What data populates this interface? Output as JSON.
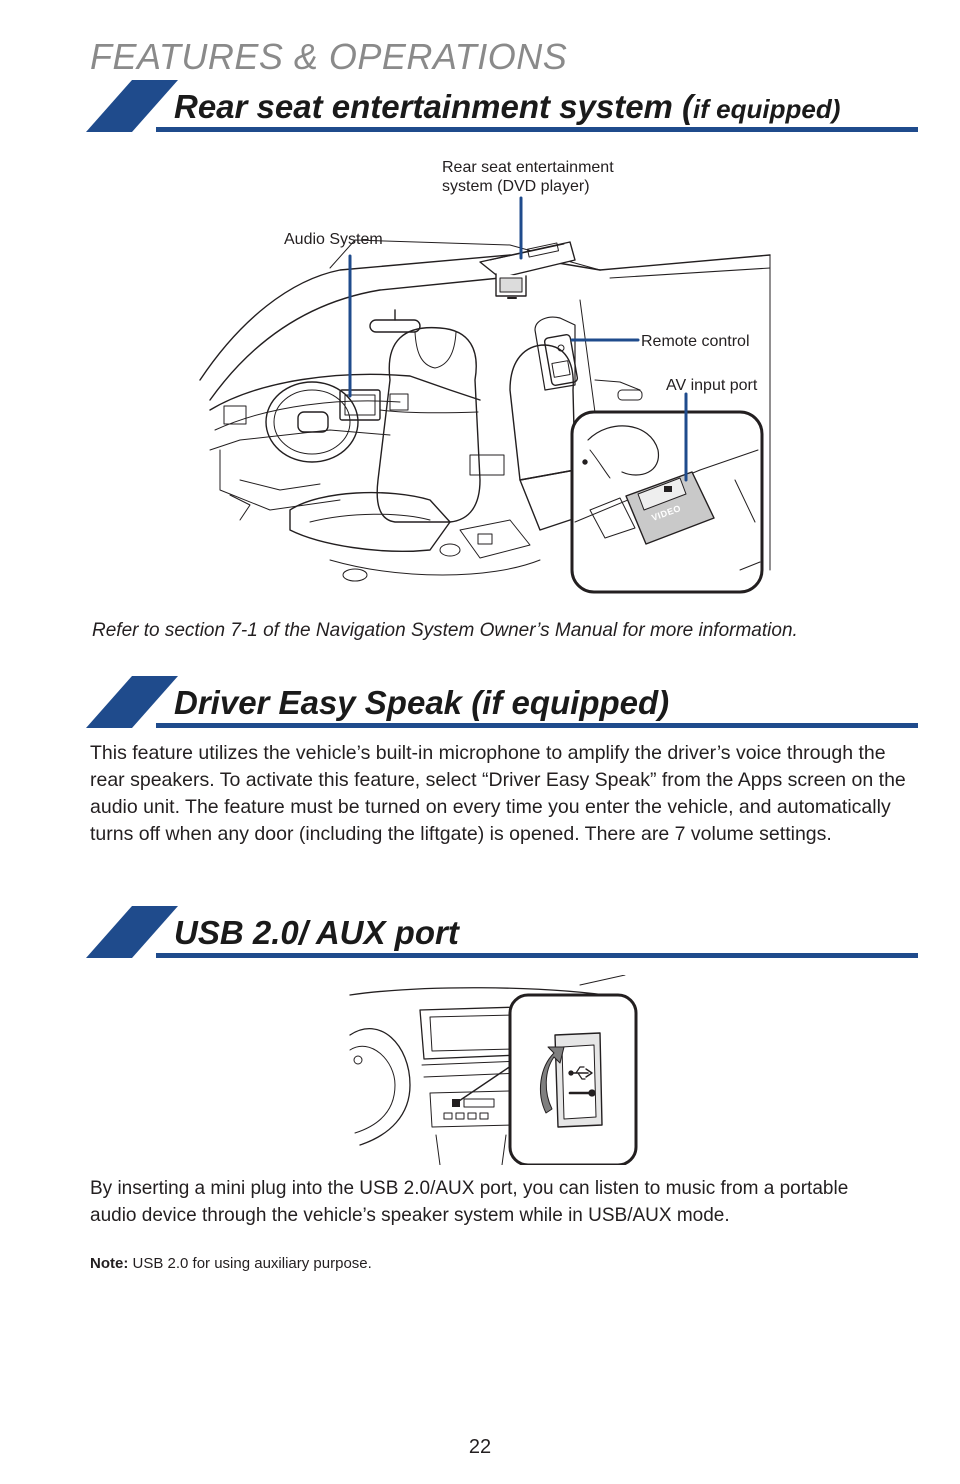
{
  "header": {
    "section": "FEATURES & OPERATIONS"
  },
  "rse": {
    "title": "Rear seat entertainment system (",
    "title_suffix": "if equipped)",
    "callouts": {
      "dvd_line1": "Rear seat entertainment",
      "dvd_line2": "system (DVD player)",
      "audio": "Audio System",
      "remote": "Remote control",
      "av": "AV input port",
      "video_label": "VIDEO"
    },
    "reference": "Refer to section 7-1 of the Navigation System Owner’s Manual for more information."
  },
  "des": {
    "title": "Driver Easy Speak (if equipped)",
    "body": "This feature utilizes the vehicle’s built-in microphone to amplify the driver’s voice through the rear speakers. To activate this feature, select “Driver Easy Speak” from the Apps screen on the audio unit. The feature must be turned on every time you enter the vehicle, and automatically turns off when any door (including the liftgate) is opened. There are 7 volume settings."
  },
  "usb": {
    "title": "USB 2.0/ AUX port",
    "body": "By inserting a mini plug into the USB 2.0/AUX port, you can listen to music from a portable audio device through the vehicle’s speaker system while in USB/AUX mode.",
    "note_label": "Note:",
    "note_text": "USB 2.0 for using auxiliary purpose."
  },
  "page": {
    "number": "22"
  },
  "colors": {
    "accent": "#1f4b8c",
    "kicker": "#8a8a8a",
    "text": "#231f20"
  }
}
